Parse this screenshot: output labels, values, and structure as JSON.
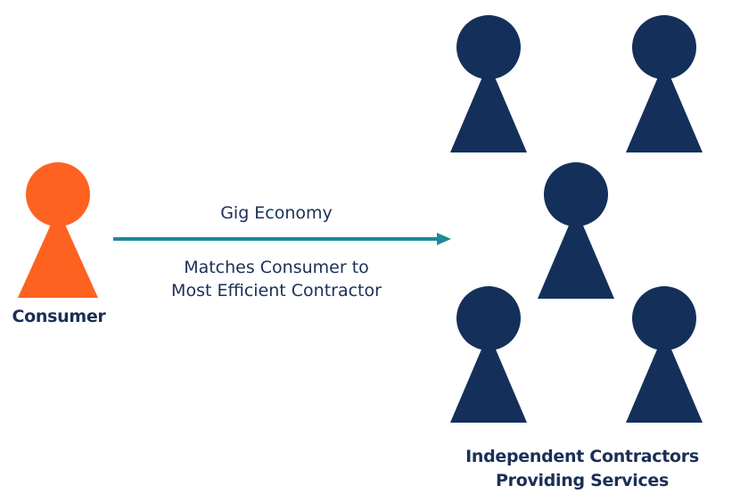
{
  "colors": {
    "consumer": "#fd6220",
    "contractor": "#14305a",
    "arrow": "#1f8a98",
    "text": "#1b2f57"
  },
  "consumer": {
    "label": "Consumer",
    "icon": "person-icon"
  },
  "arrow": {
    "title": "Gig Economy",
    "description_lines": [
      "Matches Consumer to",
      "Most Efficient Contractor"
    ]
  },
  "contractors": {
    "count": 5,
    "icon": "person-icon",
    "label_lines": [
      "Independent Contractors",
      "Providing Services"
    ]
  }
}
